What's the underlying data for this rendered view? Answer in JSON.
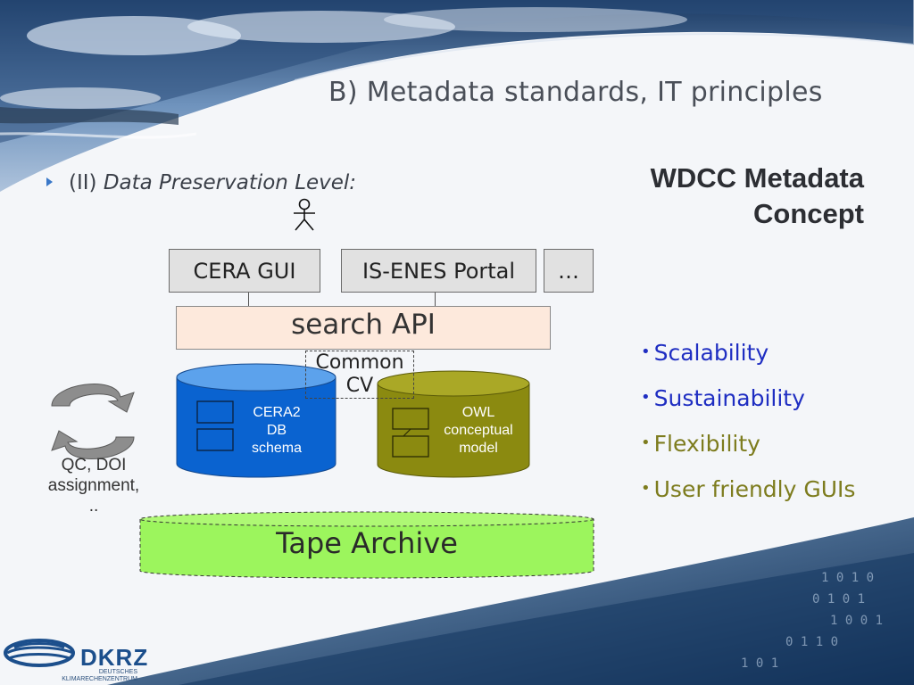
{
  "slide": {
    "title": "B) Metadata standards, IT principles",
    "bullet_prefix": "(II)",
    "bullet_text": "Data Preservation Level:",
    "concept_line1": "WDCC Metadata",
    "concept_line2": "Concept"
  },
  "diagram": {
    "boxes": [
      {
        "label": "CERA GUI"
      },
      {
        "label": "IS-ENES Portal"
      },
      {
        "label": "…"
      }
    ],
    "api_label": "search API",
    "common_cv_line1": "Common",
    "common_cv_line2": "CV",
    "cylinders": [
      {
        "line1": "CERA2",
        "line2": "DB",
        "line3": "schema",
        "color": "#0a63d0"
      },
      {
        "line1": "OWL",
        "line2": "conceptual",
        "line3": "model",
        "color": "#8b8a10"
      }
    ],
    "tape_label": "Tape Archive",
    "tape_color": "#9cf55d",
    "qc_line1": "QC, DOI",
    "qc_line2": "assignment,",
    "qc_line3": ".."
  },
  "properties": [
    {
      "label": "Scalability",
      "color": "#1f2ec2"
    },
    {
      "label": "Sustainability",
      "color": "#1f2ec2"
    },
    {
      "label": "Flexibility",
      "color": "#7d7c1e"
    },
    {
      "label": "User friendly GUIs",
      "color": "#7d7c1e"
    }
  ],
  "logo": {
    "name": "DKRZ",
    "sub_line1": "DEUTSCHES",
    "sub_line2": "KLIMARECHENZENTRUM"
  }
}
